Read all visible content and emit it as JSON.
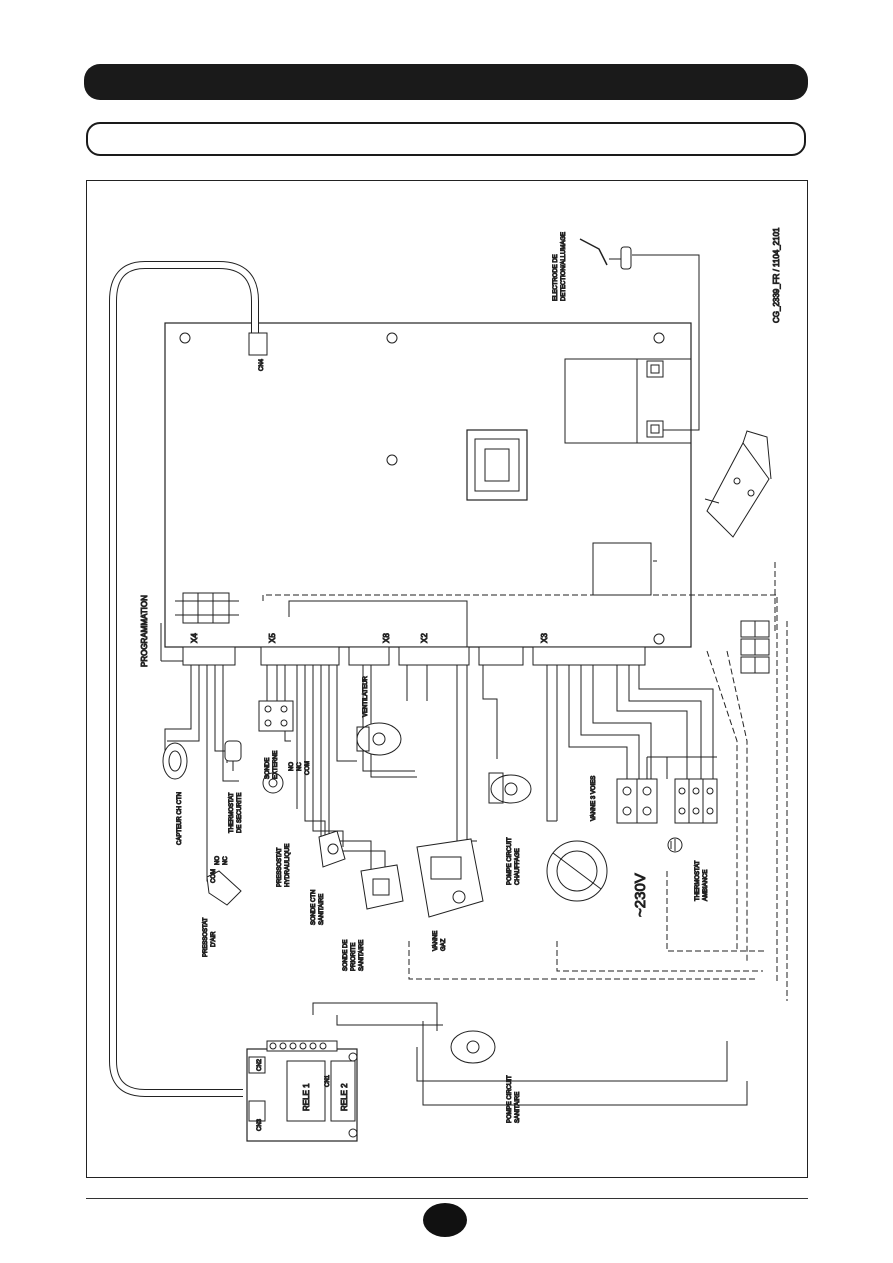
{
  "diagram": {
    "document_code": "CG_2339_FR / 1104_2101",
    "connectors": {
      "x4": "X4",
      "x5": "X5",
      "x8": "X8",
      "x2": "X2",
      "x3": "X3",
      "cn1": "CN1",
      "cn2": "CN2",
      "cn3": "CN3",
      "cn4": "CN4"
    },
    "components": {
      "electrode": [
        "ELECTRODE DE",
        "DETECTION/ALLUMAGE"
      ],
      "programmation": "PROGRAMMATION",
      "capteur": "CAPTEUR CH CTN",
      "thermostat_securite": [
        "THERMOSTAT",
        "DE SECURITE"
      ],
      "sonde_externe": [
        "SONDE",
        "EXTERNE"
      ],
      "ventilateur": "VENTILATEUR",
      "pressostat_hydraulique": [
        "PRESSOSTAT",
        "HYDRAULIQUE"
      ],
      "pressostat_air": [
        "PRESSOSTAT",
        "D'AIR"
      ],
      "sonde_ctn_sanitaire": [
        "SONDE CTN",
        "SANITAIRE"
      ],
      "sonde_priorite": [
        "SONDE DE",
        "PRIORITE",
        "SANITAIRE"
      ],
      "vanne_gaz": [
        "VANNE",
        "GAZ"
      ],
      "pompe_chauffage": [
        "POMPE CIRCUIT",
        "CHAUFFAGE"
      ],
      "vanne_3_voies": "VANNE 3 VOIES",
      "alimentation": "~230V",
      "thermostat_ambiance": [
        "THERMOSTAT",
        "AMBIANCE"
      ],
      "pompe_sanitaire": [
        "POMPE CIRCUIT",
        "SANITAIRE"
      ],
      "rele1": "RELE 1",
      "rele2": "RELE 2"
    },
    "switch_labels": {
      "no": "NO",
      "nc": "NC",
      "com": "COM"
    }
  }
}
